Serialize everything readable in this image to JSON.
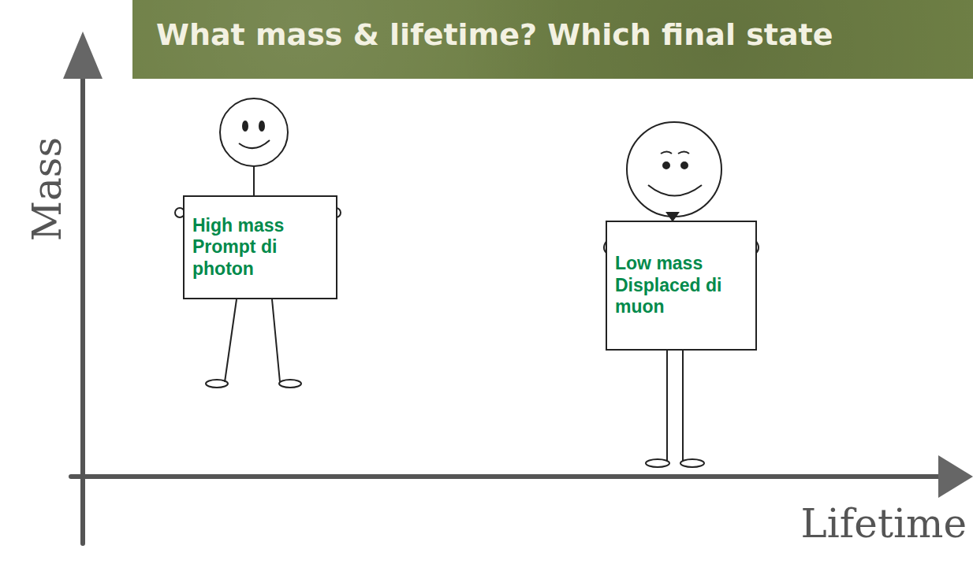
{
  "diagram": {
    "title": "What mass & lifetime? Which final state",
    "nodes": [
      {
        "text": [
          "High mass Prompt di photon"
        ]
      },
      {
        "text": [
          "Low mass Displaced di muon"
        ]
      }
    ],
    "labels": [
      "Mass",
      "Lifetime"
    ]
  }
}
